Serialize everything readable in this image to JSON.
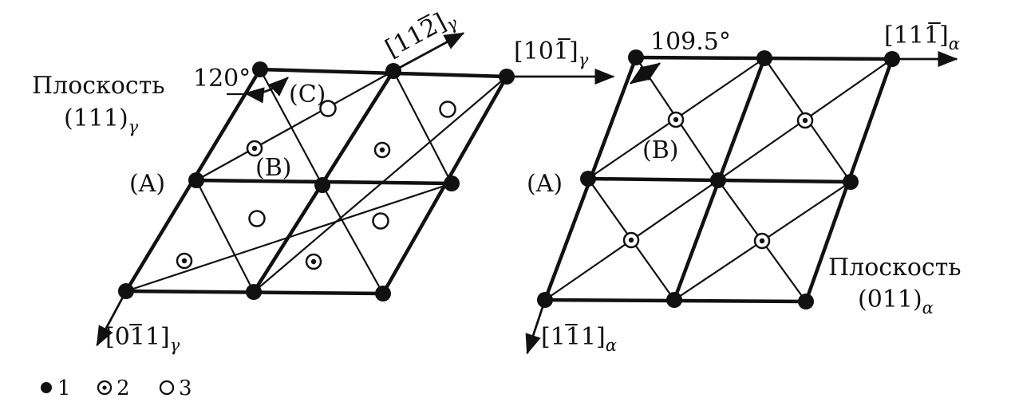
{
  "left_panel": {
    "plane_word": "Плоскость",
    "plane_indices": "(111)",
    "plane_sub": "γ",
    "angle": "120°",
    "site_a": "(A)",
    "site_b": "(B)",
    "site_c": "(C)",
    "dir_up_pre": "[11",
    "dir_up_bar": "2",
    "dir_up_post": "]",
    "dir_up_sub": "γ",
    "dir_right_pre": "[10",
    "dir_right_bar": "1",
    "dir_right_post": "]",
    "dir_right_sub": "γ",
    "dir_down_pre": "[0",
    "dir_down_bar": "1",
    "dir_down_post": "1]",
    "dir_down_sub": "γ"
  },
  "right_panel": {
    "plane_word": "Плоскость",
    "plane_indices": "(011)",
    "plane_sub": "α",
    "angle": "109.5°",
    "site_a": "(A)",
    "site_b": "(B)",
    "dir_right_pre": "[11",
    "dir_right_bar": "1",
    "dir_right_post": "]",
    "dir_right_sub": "α",
    "dir_down_pre": "[1",
    "dir_down_bar": "1",
    "dir_down_post": "1]",
    "dir_down_sub": "α"
  },
  "legend": [
    {
      "symbol": "filled-dot",
      "label": "1"
    },
    {
      "symbol": "dotted-circle",
      "label": "2"
    },
    {
      "symbol": "open-circle",
      "label": "3"
    }
  ]
}
